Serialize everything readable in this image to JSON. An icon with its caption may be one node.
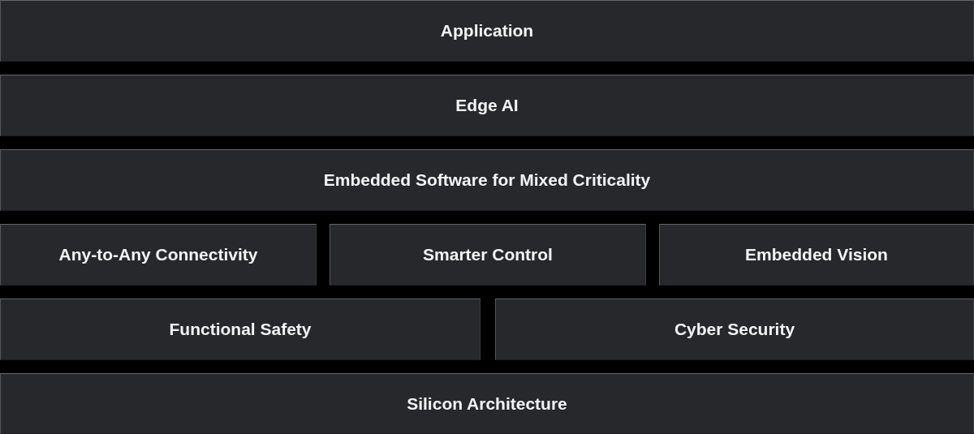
{
  "diagram": {
    "nodes": [
      {
        "text": [
          "Application"
        ]
      },
      {
        "text": [
          "Edge AI"
        ]
      },
      {
        "text": [
          "Embedded Software for Mixed Criticality"
        ]
      },
      {
        "text": [
          "Any-to-Any Connectivity"
        ]
      },
      {
        "text": [
          "Smarter Control"
        ]
      },
      {
        "text": [
          "Embedded Vision"
        ]
      },
      {
        "text": [
          "Functional Safety"
        ]
      },
      {
        "text": [
          "Cyber Security"
        ]
      },
      {
        "text": [
          "Silicon Architecture"
        ]
      }
    ],
    "edges": []
  }
}
